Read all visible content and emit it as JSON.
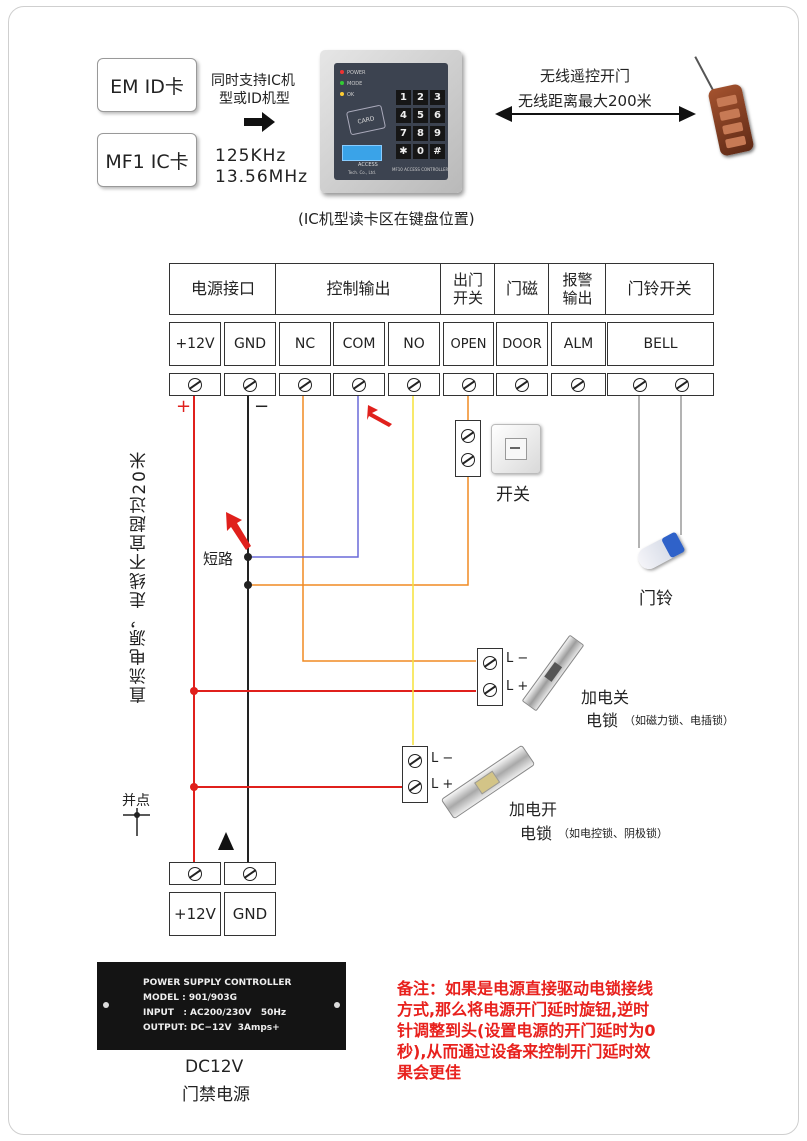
{
  "cards": {
    "em": "EM ID卡",
    "mf1": "MF1 IC卡"
  },
  "support_text": [
    "同时支持IC机",
    "型或ID机型"
  ],
  "freq": [
    "125KHz",
    "13.56MHz"
  ],
  "wireless": [
    "无线遥控开门",
    "无线距离最大200米"
  ],
  "keypad_caption": "(IC机型读卡区在键盘位置)",
  "device": {
    "leds": [
      "POWER",
      "MODE",
      "OK"
    ],
    "keys": [
      "1",
      "2",
      "3",
      "4",
      "5",
      "6",
      "7",
      "8",
      "9",
      "✱",
      "0",
      "#"
    ],
    "card_word": "CARD",
    "brand": "ACCESS",
    "brand_sub": "Tech. Co., Ltd.",
    "model": "MF10 ACCESS CONTROLLER"
  },
  "group_headers": [
    "电源接口",
    "控制输出",
    "出门\n开关",
    "门磁",
    "报警\n输出",
    "门铃开关"
  ],
  "terminals": [
    "+12V",
    "GND",
    "NC",
    "COM",
    "NO",
    "OPEN",
    "DOOR",
    "ALM",
    "BELL"
  ],
  "labels": {
    "plus": "+",
    "minus": "−",
    "vertical_note": "直流电源，走线不宜超过20米",
    "short": "短路",
    "switch": "开关",
    "bell": "门铃",
    "parallel": "并点",
    "lminus": "L −",
    "lplus": "L +",
    "lock1_title": "加电关",
    "lock1_sub": "电锁",
    "lock1_note": "（如磁力锁、电插锁）",
    "lock2_title": "加电开",
    "lock2_sub": "电锁",
    "lock2_note": "（如电控锁、阴极锁）",
    "psu_v": "+12V",
    "psu_gnd": "GND"
  },
  "psu_plate": [
    "POWER SUPPLY CONTROLLER",
    "MODEL : 901/903G",
    "INPUT   : AC200/230V   50Hz",
    "OUTPUT: DC−12V  3Amps+"
  ],
  "psu_caption": [
    "DC12V",
    "门禁电源"
  ],
  "note": [
    "备注：如果是电源直接驱动电锁接线",
    "方式,那么将电源开门延时旋钮,逆时",
    "针调整到头(设置电源的开门延时为0",
    "秒),从而通过设备来控制开门延时效",
    "果会更佳"
  ],
  "colors": {
    "red": "#e0201c",
    "black": "#222222",
    "orange": "#f08a22",
    "blue": "#6a6ad8",
    "yellow": "#f6e23a",
    "gray": "#9a9a9a",
    "note_red": "#e8211d"
  }
}
